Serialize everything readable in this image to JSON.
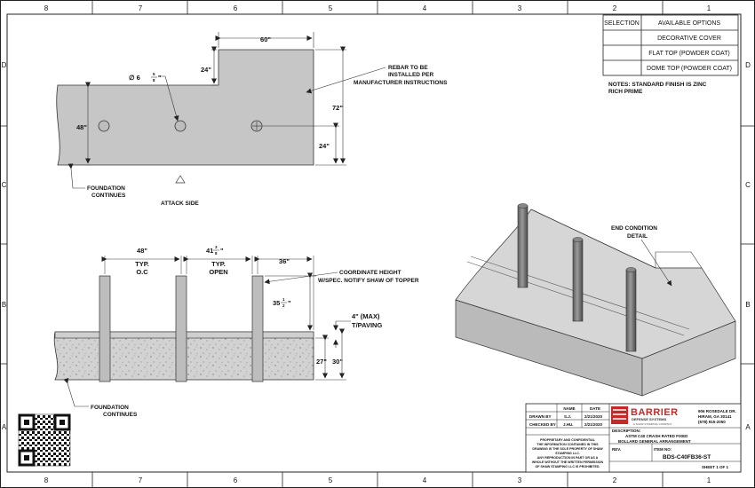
{
  "zones": {
    "top": [
      "8",
      "7",
      "6",
      "5",
      "4",
      "3",
      "2",
      "1"
    ],
    "side": [
      "D",
      "C",
      "B",
      "A"
    ]
  },
  "options_table": {
    "header_left": "SELECTION",
    "header_right": "AVAILABLE OPTIONS",
    "rows": [
      "DECORATIVE COVER",
      "FLAT TOP (POWDER COAT)",
      "DOME TOP (POWDER COAT)"
    ]
  },
  "notes": {
    "line1": "NOTES: STANDARD FINISH IS ZINC",
    "line2": "RICH PRIME"
  },
  "plan_view": {
    "dim_top_width": "60\"",
    "dim_step": "24\"",
    "dim_height": "48\"",
    "dim_total": "72\"",
    "dim_lower": "24\"",
    "dia_prefix": "∅ 6",
    "dia_num": "5",
    "dia_den": "8",
    "dia_suffix": "\"",
    "rebar_note": [
      "REBAR TO BE",
      "INSTALLED PER",
      "MANUFACTURER INSTRUCTIONS"
    ],
    "foundation_note": [
      "FOUNDATION",
      "CONTINUES"
    ],
    "attack_side": "ATTACK SIDE"
  },
  "elevation_view": {
    "spacing_a": [
      "48\"",
      "TYP.",
      "O.C"
    ],
    "spacing_b_whole": "41",
    "spacing_b_num": "3",
    "spacing_b_den": "8",
    "spacing_b_suffix": "\"",
    "spacing_b_notes": [
      "TYP.",
      "OPEN"
    ],
    "end_dim": "36\"",
    "coord_note": [
      "COORDINATE HEIGHT",
      "W/SPEC. NOTIFY SHAW OF TOPPER"
    ],
    "post_height_whole": "35",
    "post_height_num": "1",
    "post_height_den": "2",
    "post_height_suffix": "\"",
    "paving_note": [
      "4\" (MAX)",
      "T/PAVING"
    ],
    "dim_27": "27\"",
    "dim_30": "30\"",
    "foundation_note": [
      "FOUNDATION",
      "CONTINUES"
    ]
  },
  "iso_view": {
    "end_note": [
      "END CONDITION",
      "DETAIL"
    ]
  },
  "title_block": {
    "col_name": "NAME",
    "col_date": "DATE",
    "drawn_by_label": "DRAWN BY",
    "drawn_by_name": "S.J.",
    "drawn_by_date": "2/21/2020",
    "checked_by_label": "CHECKED BY",
    "checked_by_name": "J.HU.",
    "checked_by_date": "2/21/2020",
    "logo_word": "BARRIER",
    "logo_sub": "DEFENSE SYSTEMS",
    "logo_tag": "A SHAW STAMPING COMPANY",
    "address": [
      "906 ROSEDALE DR.",
      "HIRAM, GA 30141",
      "(678) 915-2050"
    ],
    "description_label": "DESCRIPTION:",
    "description": [
      "ASTM C40 CRASH RATED FIXED",
      "BOLLARD GENERAL ARRANGEMENT"
    ],
    "proprietary": [
      "PROPRIETARY AND CONFIDENTIAL",
      "THE INFORMATION CONTAINED IN THIS",
      "DRAWING IS THE SOLE PROPERTY OF SHAW",
      "STAMPING LLC.",
      "ANY REPRODUCTION IN PART OR AS A",
      "WHOLE WITHOUT THE WRITTEN PERMISSION",
      "OF SHAW STAMPING LLC IS PROHIBITED."
    ],
    "rev_label": "REV.",
    "item_label": "ITEM NO:",
    "item_no": "BDS-C40FB36-ST",
    "sheet": "SHEET 1 OF 1"
  },
  "colors": {
    "concrete": "#c6c6c6",
    "line": "#222222",
    "logo_red": "#c62828"
  }
}
